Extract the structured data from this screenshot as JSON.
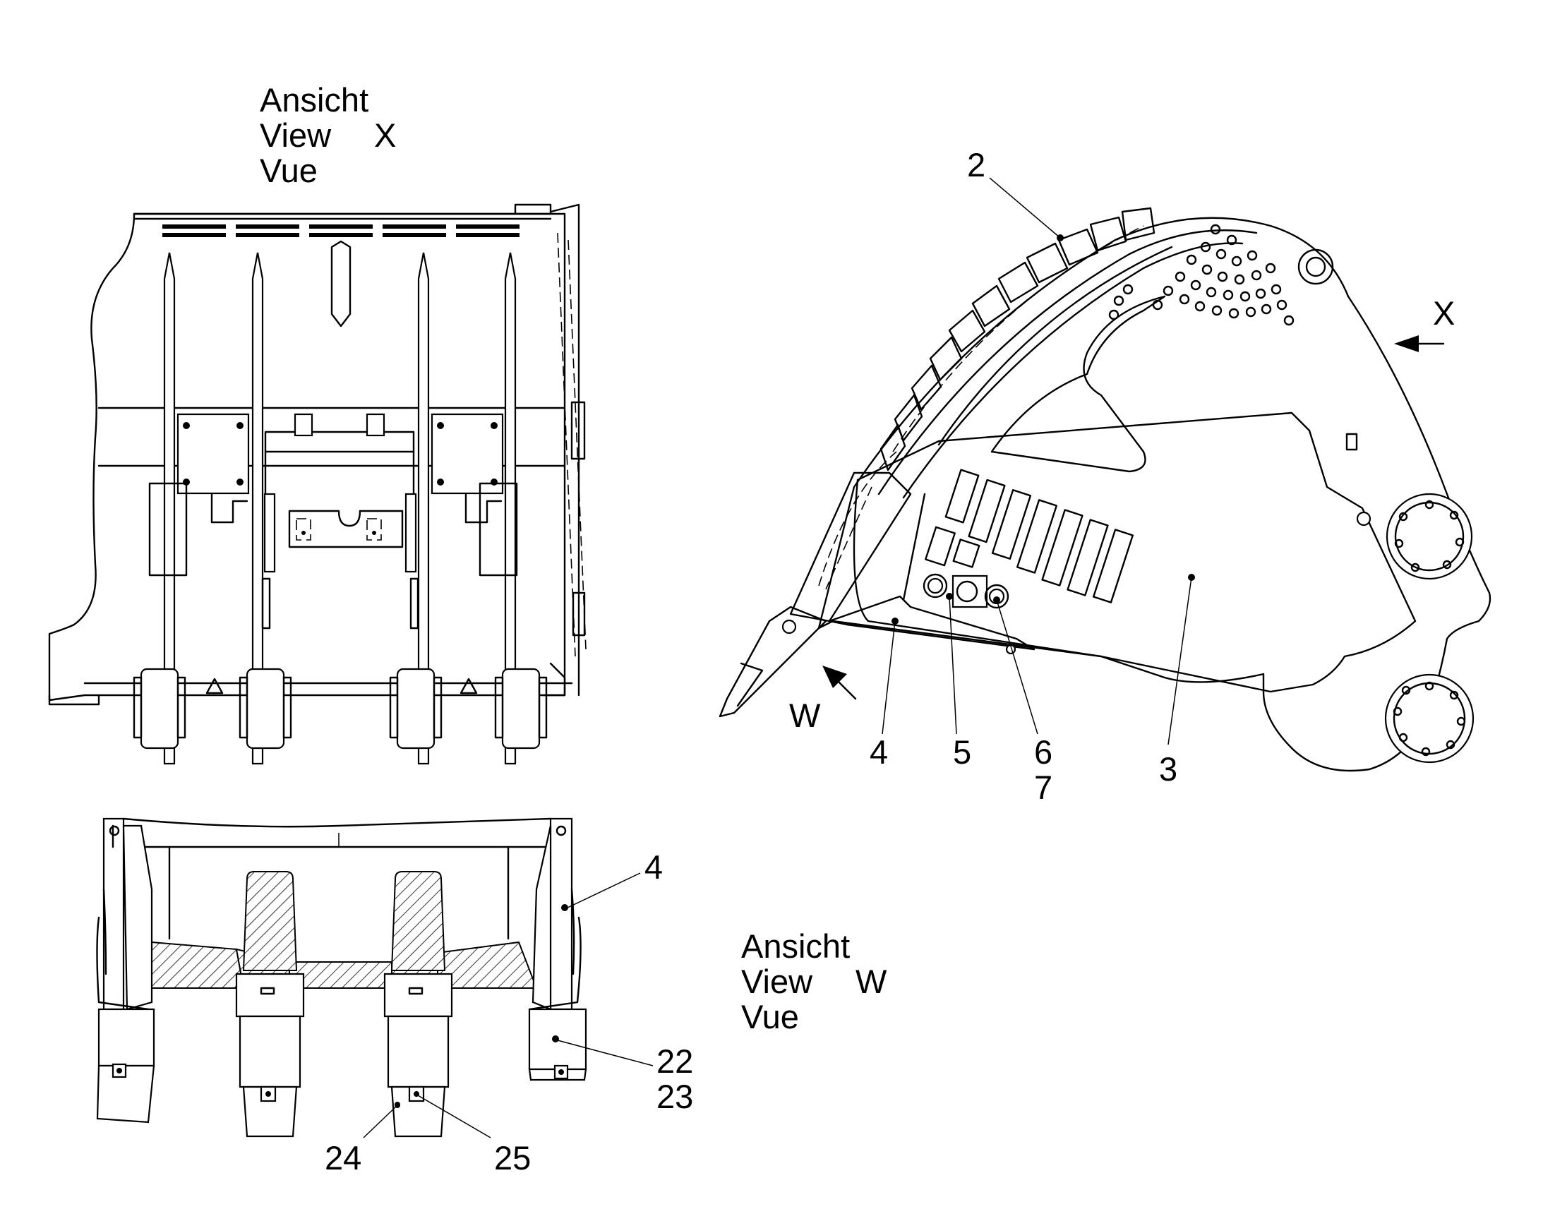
{
  "view_x": {
    "line1": "Ansicht",
    "line2": "View",
    "letter": "X",
    "line3": "Vue"
  },
  "view_w": {
    "line1": "Ansicht",
    "line2": "View",
    "letter": "W",
    "line3": "Vue"
  },
  "arrow_x_label": "X",
  "arrow_w_label": "W",
  "callouts": {
    "c2": "2",
    "c3": "3",
    "c4": "4",
    "c5": "5",
    "c6": "6",
    "c7": "7",
    "c4b": "4",
    "c22": "22",
    "c23": "23",
    "c24": "24",
    "c25": "25"
  }
}
